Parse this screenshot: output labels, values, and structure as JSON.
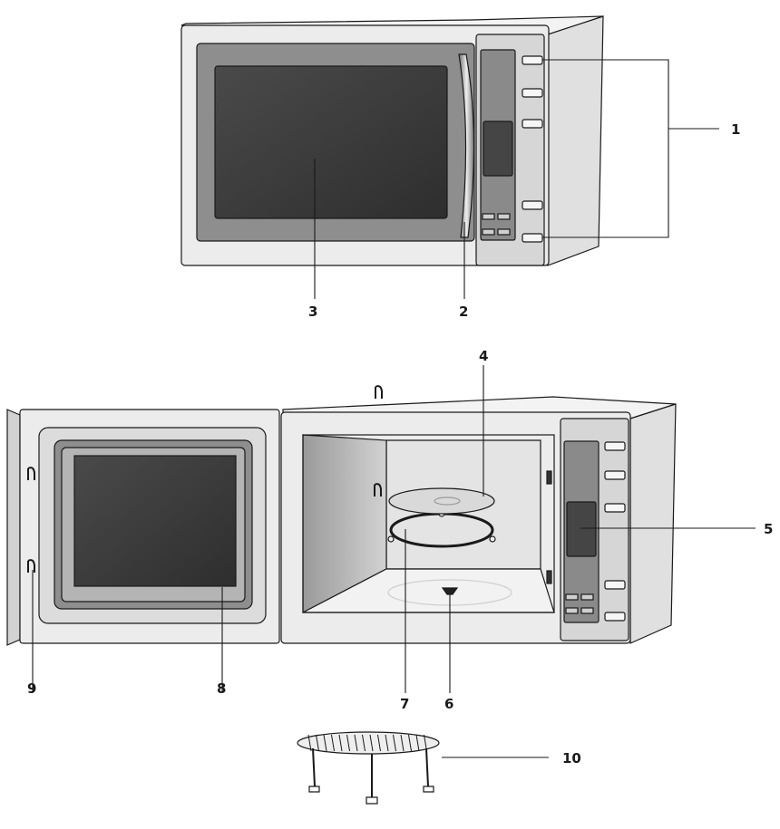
{
  "callouts": {
    "c1": "1",
    "c2": "2",
    "c3": "3",
    "c4": "4",
    "c5": "5",
    "c6": "6",
    "c7": "7",
    "c8": "8",
    "c9": "9",
    "c10": "10"
  },
  "colors": {
    "line": "#1a1a1a",
    "body_light": "#ececec",
    "body_mid": "#d8d8d8",
    "window_dark": "#3c3c3c",
    "frame_grey": "#8e8e8e"
  }
}
